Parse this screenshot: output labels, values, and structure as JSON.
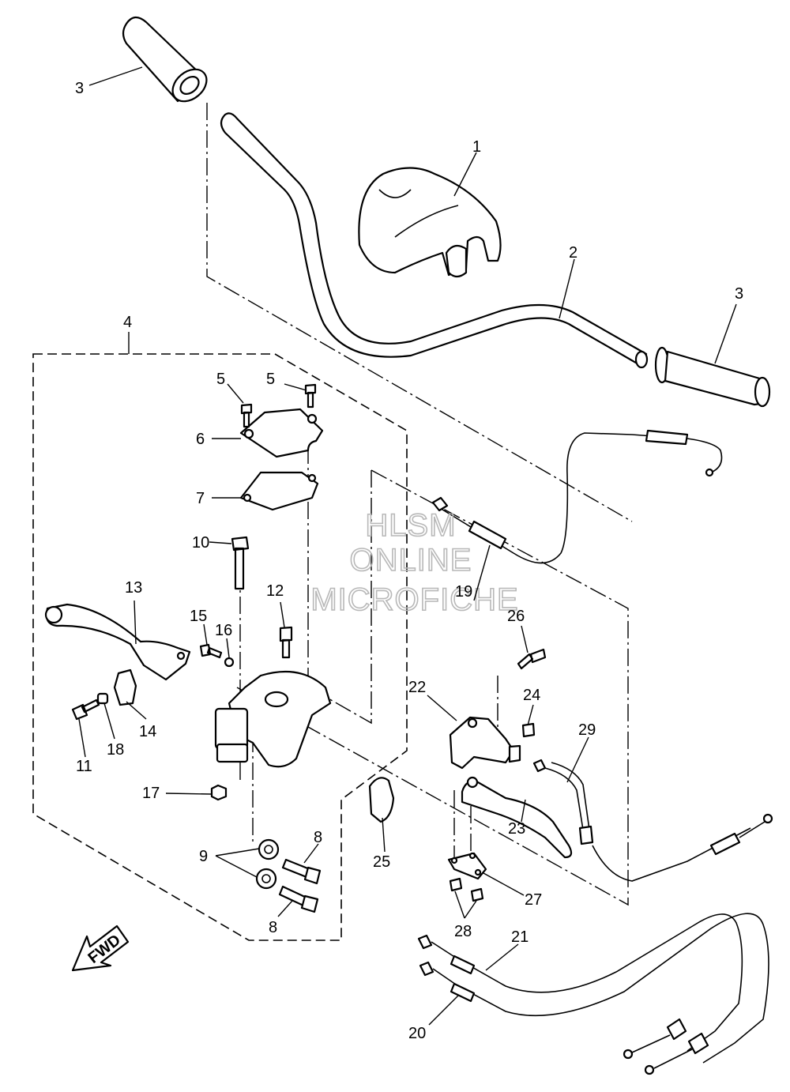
{
  "watermark": [
    "HLSM",
    "ONLINE",
    "MICROFICHE"
  ],
  "direction_arrow": "FWD",
  "callouts": {
    "p1": "1",
    "p2": "2",
    "p3a": "3",
    "p3b": "3",
    "p4": "4",
    "p5a": "5",
    "p5b": "5",
    "p6": "6",
    "p7": "7",
    "p8a": "8",
    "p8b": "8",
    "p9": "9",
    "p10": "10",
    "p11": "11",
    "p12": "12",
    "p13": "13",
    "p14": "14",
    "p15": "15",
    "p16": "16",
    "p17": "17",
    "p18": "18",
    "p19": "19",
    "p20": "20",
    "p21": "21",
    "p22": "22",
    "p23": "23",
    "p24": "24",
    "p25": "25",
    "p26": "26",
    "p27": "27",
    "p28": "28",
    "p29": "29"
  }
}
